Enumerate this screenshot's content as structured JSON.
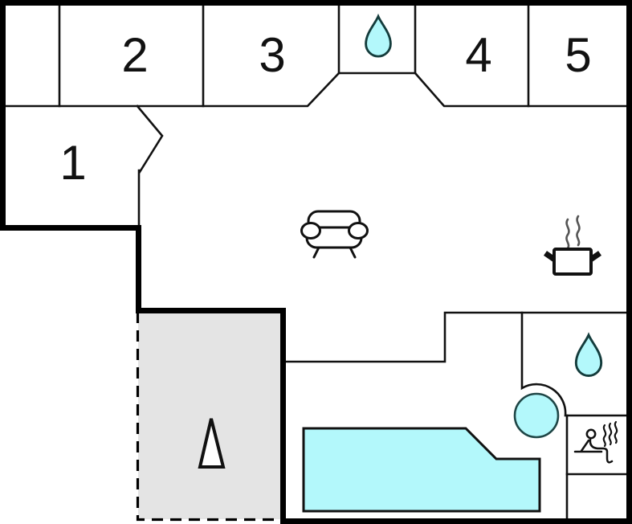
{
  "floorplan": {
    "rooms": [
      {
        "id": "room-1",
        "label": "1"
      },
      {
        "id": "room-2",
        "label": "2"
      },
      {
        "id": "room-3",
        "label": "3"
      },
      {
        "id": "room-4",
        "label": "4"
      },
      {
        "id": "room-5",
        "label": "5"
      }
    ],
    "icons": {
      "bathroom_top": "water-drop",
      "bathroom_bottom": "water-drop",
      "living_room": "sofa",
      "kitchen": "cooking-pot-with-steam",
      "pool": "swimming-pool",
      "hot_tub": "hot-tub",
      "sauna": "sauna-person-with-steam",
      "terrace": "fireplace-triangle"
    },
    "colors": {
      "water": "#b3f8fb",
      "terrace": "#e4e4e4",
      "wall": "#000000",
      "background": "#ffffff"
    }
  }
}
